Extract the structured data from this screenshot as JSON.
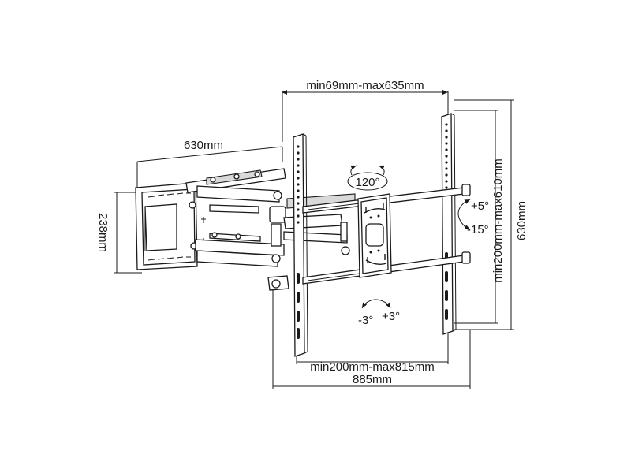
{
  "diagram": {
    "dimensions": {
      "depth_range": "min69mm-max635mm",
      "arm_length": "630mm",
      "wall_plate_height": "238mm",
      "vertical_spacing_range": "min200mm-max610mm",
      "total_height": "630mm",
      "horizontal_spacing_range": "min200mm-max815mm",
      "total_width": "885mm"
    },
    "rotation": {
      "swivel": "120°",
      "tilt_up": "+5°",
      "tilt_down": "-15°",
      "level_left": "-3°",
      "level_right": "+3°"
    }
  }
}
